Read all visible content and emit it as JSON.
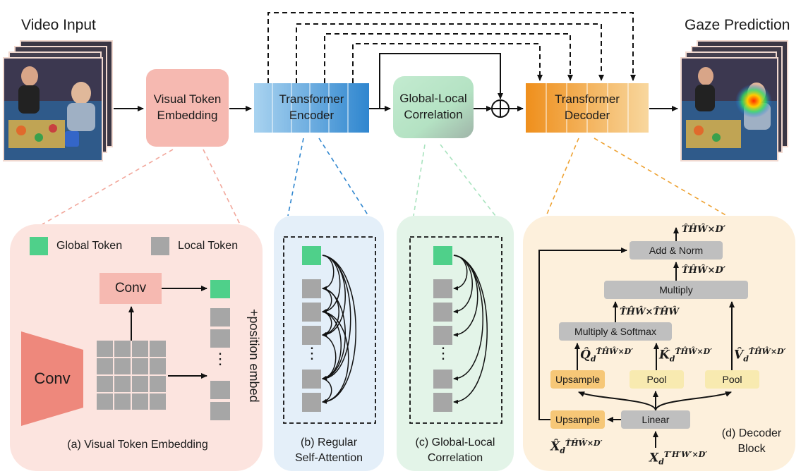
{
  "header": {
    "video_input": "Video Input",
    "gaze_prediction": "Gaze Prediction"
  },
  "pipeline": {
    "visual_token_embedding": "Visual Token\nEmbedding",
    "transformer_encoder": "Transformer\nEncoder",
    "global_local_correlation": "Global-Local\nCorrelation",
    "transformer_decoder": "Transformer\nDecoder"
  },
  "panel_a": {
    "legend_global": "Global Token",
    "legend_local": "Local Token",
    "conv_small": "Conv",
    "conv_big": "Conv",
    "position_embed": "+position embed",
    "dots": "⋮",
    "caption": "(a) Visual Token Embedding"
  },
  "panel_b": {
    "dots": "⋮",
    "caption": "(b) Regular\nSelf-Attention"
  },
  "panel_c": {
    "dots": "⋮",
    "caption": "(c) Global-Local\nCorrelation"
  },
  "panel_d": {
    "add_norm": "Add & Norm",
    "multiply": "Multiply",
    "multiply_softmax": "Multiply & Softmax",
    "upsample_q": "Upsample",
    "pool_k": "Pool",
    "pool_v": "Pool",
    "upsample_x": "Upsample",
    "linear": "Linear",
    "caption": "(d) Decoder\nBlock",
    "dim_out": "T̂ĤŴ×D′",
    "dim_mid": "T̂ĤŴ×D′",
    "dim_attn": "T̂ĤŴ×T̂ĤŴ",
    "q_sym": "Q̂",
    "q_sup": "T̂ĤŴ×D′",
    "k_sym": "K̂",
    "k_sup": "T̂ĤŴ×D′",
    "v_sym": "V̂",
    "v_sup": "T̂ĤŴ×D′",
    "x_hat_sym": "X̂",
    "x_hat_sup": "T̂ĤŴ×D′",
    "x_in_sym": "X",
    "x_in_sup": "T′H′W′×D′",
    "sub_d": "d"
  },
  "colors": {
    "pink_box": "#f6b9b1",
    "pink_panel": "#fce4df",
    "blue_start": "#a9d3f0",
    "blue_end": "#2f86cf",
    "blue_panel": "#e4eff9",
    "green_box": "#bfe9cd",
    "green_panel": "#e3f4e8",
    "orange_start": "#ef8f1c",
    "orange_end": "#f8d79e",
    "orange_panel": "#fdf0dc",
    "gray_token": "#a6a6a6",
    "green_token": "#4fd08a",
    "gray_block": "#bfbfbf",
    "yellow_block": "#f8eab0",
    "orange_block": "#f6c777"
  }
}
